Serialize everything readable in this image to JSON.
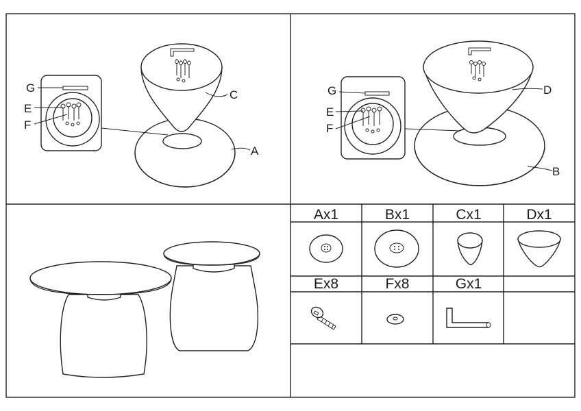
{
  "step1": {
    "callouts": {
      "g": "G",
      "e": "E",
      "f": "F",
      "c": "C",
      "a": "A"
    }
  },
  "step2": {
    "callouts": {
      "g": "G",
      "e": "E",
      "f": "F",
      "d": "D",
      "b": "B"
    }
  },
  "parts": {
    "row1": [
      "Ax1",
      "Bx1",
      "Cx1",
      "Dx1"
    ],
    "row2": [
      "Ex8",
      "Fx8",
      "Gx1"
    ]
  }
}
